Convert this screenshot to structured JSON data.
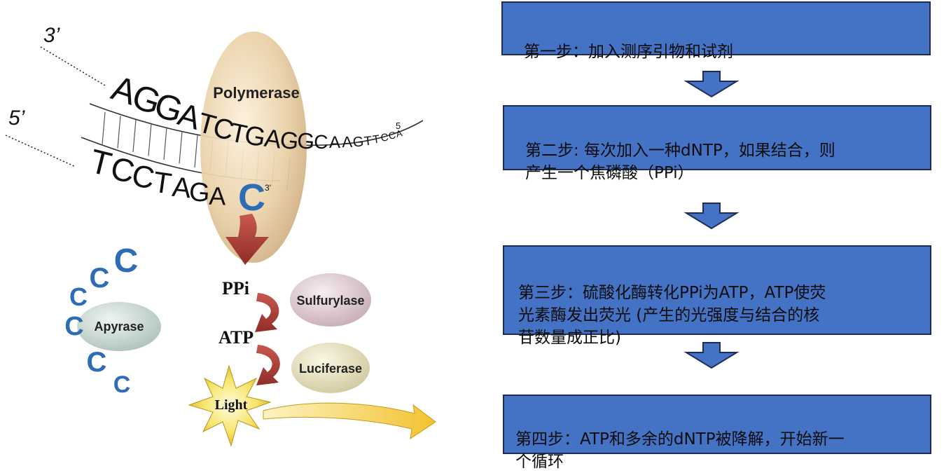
{
  "diagram": {
    "strand_top": {
      "end_label": "3’",
      "letters": [
        "A",
        "G",
        "G",
        "A",
        "T",
        "C",
        "T",
        "G",
        "A",
        "G",
        "G",
        "C",
        "A",
        "A",
        "G",
        "T",
        "T",
        "C",
        "C",
        "A"
      ],
      "tail_label": "5"
    },
    "strand_bottom": {
      "end_label": "5’",
      "letters": [
        "T",
        "C",
        "C",
        "T",
        "A",
        "G",
        "A"
      ],
      "new_base": "C",
      "new_base_label": "3'"
    },
    "enzymes": {
      "polymerase": "Polymerase",
      "sulfurylase": "Sulfurylase",
      "luciferase": "Luciferase",
      "apyrase": "Apyrase"
    },
    "flow": {
      "ppi": "PPi",
      "atp": "ATP",
      "light": "Light"
    },
    "free_base": "C",
    "colors": {
      "base_blue": "#2e6db5",
      "step_blue": "#4472c4",
      "arrow_red": "#a23b32",
      "light_yellow": "#f4d34a"
    }
  },
  "steps": [
    {
      "text": "第一步：加入测序引物和试剂"
    },
    {
      "text": "第二步: 每次加入一种dNTP，如果结合，则\n产生一个焦磷酸（PPi）"
    },
    {
      "text": "第三步：硫酸化酶转化PPi为ATP，ATP使荧\n光素酶发出荧光 (产生的光强度与结合的核\n苷数量成正比)"
    },
    {
      "text": "第四步：ATP和多余的dNTP被降解，开始新一\n个循环"
    }
  ]
}
